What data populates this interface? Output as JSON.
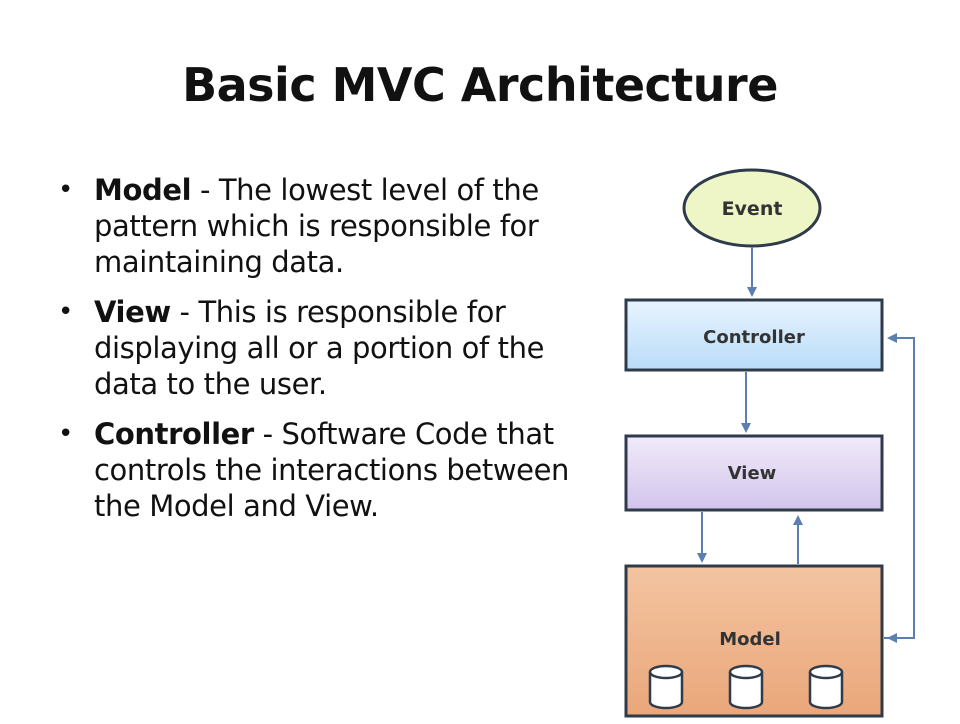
{
  "title": "Basic MVC Architecture",
  "bullets": [
    {
      "term": "Model",
      "separator": " - ",
      "text": "The lowest level of the pattern which is responsible for maintaining data."
    },
    {
      "term": "View",
      "separator": " - ",
      "text": "This is responsible for displaying all or a portion of the data to the user."
    },
    {
      "term": "Controller",
      "separator": " - ",
      "text": "Software Code that controls the interactions between the Model and View."
    }
  ],
  "diagram": {
    "event_label": "Event",
    "controller_label": "Controller",
    "view_label": "View",
    "model_label": "Model"
  },
  "colors": {
    "event_fill": "#eef5c7",
    "controller_fill": "#cde7fb",
    "view_fill": "#e0d5f2",
    "model_fill": "#f0b48a",
    "stroke": "#2f3b4a",
    "arrow": "#5b7fb0"
  }
}
